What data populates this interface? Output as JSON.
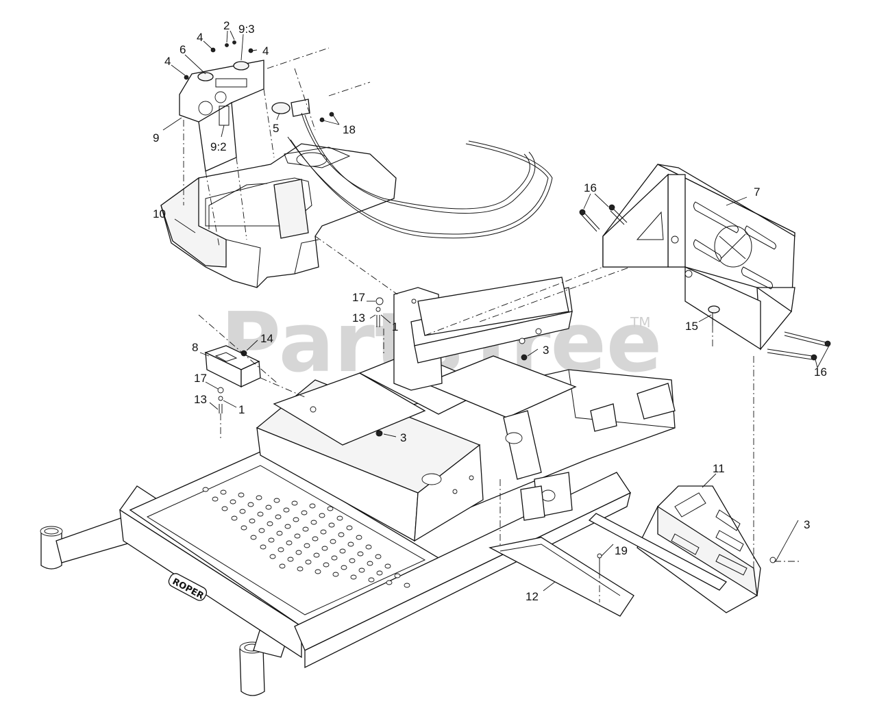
{
  "watermark": {
    "brand": "PartsTree",
    "trademark": "TM"
  },
  "frame_decal": "ROPER",
  "callouts": [
    {
      "id": "c-4a",
      "text": "4"
    },
    {
      "id": "c-4b",
      "text": "4"
    },
    {
      "id": "c-4c",
      "text": "4"
    },
    {
      "id": "c-2",
      "text": "2"
    },
    {
      "id": "c-9-3",
      "text": "9:3"
    },
    {
      "id": "c-6",
      "text": "6"
    },
    {
      "id": "c-9",
      "text": "9"
    },
    {
      "id": "c-9-2",
      "text": "9:2"
    },
    {
      "id": "c-5",
      "text": "5"
    },
    {
      "id": "c-18",
      "text": "18"
    },
    {
      "id": "c-10",
      "text": "10"
    },
    {
      "id": "c-16a",
      "text": "16"
    },
    {
      "id": "c-7",
      "text": "7"
    },
    {
      "id": "c-17a",
      "text": "17"
    },
    {
      "id": "c-13a",
      "text": "13"
    },
    {
      "id": "c-1a",
      "text": "1"
    },
    {
      "id": "c-8",
      "text": "8"
    },
    {
      "id": "c-14",
      "text": "14"
    },
    {
      "id": "c-17b",
      "text": "17"
    },
    {
      "id": "c-13b",
      "text": "13"
    },
    {
      "id": "c-1b",
      "text": "1"
    },
    {
      "id": "c-3a",
      "text": "3"
    },
    {
      "id": "c-3b",
      "text": "3"
    },
    {
      "id": "c-15",
      "text": "15"
    },
    {
      "id": "c-16b",
      "text": "16"
    },
    {
      "id": "c-11",
      "text": "11"
    },
    {
      "id": "c-3c",
      "text": "3"
    },
    {
      "id": "c-19",
      "text": "19"
    },
    {
      "id": "c-12",
      "text": "12"
    }
  ]
}
